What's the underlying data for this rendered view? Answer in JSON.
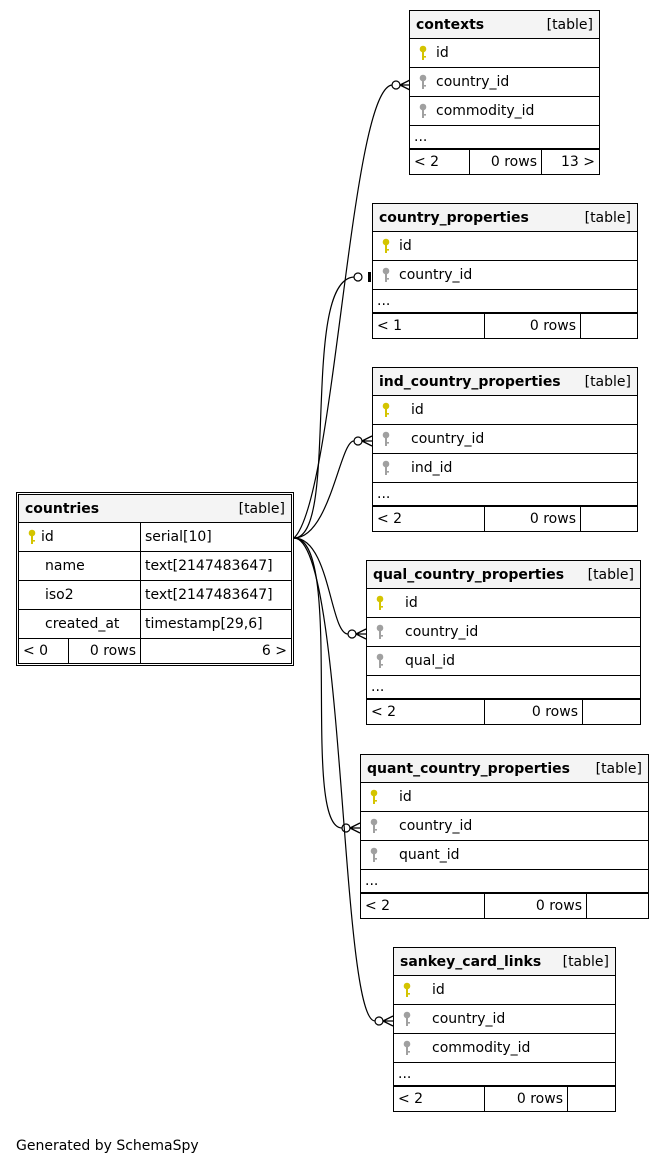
{
  "main_table": {
    "name": "countries",
    "tag": "[table]",
    "columns": [
      {
        "name": "id",
        "type": "serial[10]",
        "key": "primary"
      },
      {
        "name": "name",
        "type": "text[2147483647]",
        "key": "none"
      },
      {
        "name": "iso2",
        "type": "text[2147483647]",
        "key": "none"
      },
      {
        "name": "created_at",
        "type": "timestamp[29,6]",
        "key": "none"
      }
    ],
    "footer": {
      "left": "< 0",
      "mid": "0 rows",
      "right": "6 >"
    }
  },
  "tables": [
    {
      "name": "contexts",
      "tag": "[table]",
      "columns": [
        {
          "name": "id",
          "key": "primary"
        },
        {
          "name": "country_id",
          "key": "foreign"
        },
        {
          "name": "commodity_id",
          "key": "foreign"
        }
      ],
      "ellipsis": "...",
      "footer": {
        "left": "< 2",
        "mid": "0 rows",
        "right": "13 >"
      }
    },
    {
      "name": "country_properties",
      "tag": "[table]",
      "columns": [
        {
          "name": "id",
          "key": "primary"
        },
        {
          "name": "country_id",
          "key": "foreign"
        }
      ],
      "ellipsis": "...",
      "footer": {
        "left": "< 1",
        "mid": "0 rows",
        "right": ""
      }
    },
    {
      "name": "ind_country_properties",
      "tag": "[table]",
      "columns": [
        {
          "name": "id",
          "key": "primary"
        },
        {
          "name": "country_id",
          "key": "foreign"
        },
        {
          "name": "ind_id",
          "key": "foreign"
        }
      ],
      "ellipsis": "...",
      "footer": {
        "left": "< 2",
        "mid": "0 rows",
        "right": ""
      }
    },
    {
      "name": "qual_country_properties",
      "tag": "[table]",
      "columns": [
        {
          "name": "id",
          "key": "primary"
        },
        {
          "name": "country_id",
          "key": "foreign"
        },
        {
          "name": "qual_id",
          "key": "foreign"
        }
      ],
      "ellipsis": "...",
      "footer": {
        "left": "< 2",
        "mid": "0 rows",
        "right": ""
      }
    },
    {
      "name": "quant_country_properties",
      "tag": "[table]",
      "columns": [
        {
          "name": "id",
          "key": "primary"
        },
        {
          "name": "country_id",
          "key": "foreign"
        },
        {
          "name": "quant_id",
          "key": "foreign"
        }
      ],
      "ellipsis": "...",
      "footer": {
        "left": "< 2",
        "mid": "0 rows",
        "right": ""
      }
    },
    {
      "name": "sankey_card_links",
      "tag": "[table]",
      "columns": [
        {
          "name": "id",
          "key": "primary"
        },
        {
          "name": "country_id",
          "key": "foreign"
        },
        {
          "name": "commodity_id",
          "key": "foreign"
        }
      ],
      "ellipsis": "...",
      "footer": {
        "left": "< 2",
        "mid": "0 rows",
        "right": ""
      }
    }
  ],
  "colors": {
    "primary_key": "#d4c400",
    "foreign_key": "#a0a0a0",
    "header_bg": "#f4f4f4"
  },
  "footer_text": "Generated by SchemaSpy"
}
